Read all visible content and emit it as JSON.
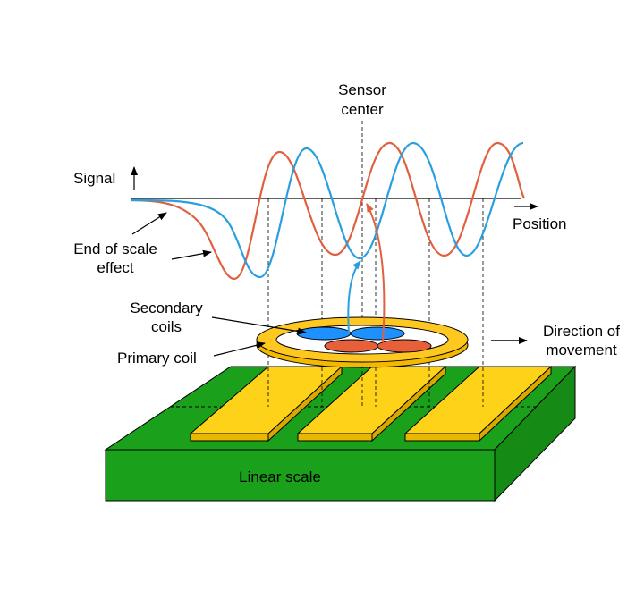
{
  "labels": {
    "sensor_center_line1": "Sensor",
    "sensor_center_line2": "center",
    "signal": "Signal",
    "position": "Position",
    "end_of_scale_line1": "End of scale",
    "end_of_scale_line2": "effect",
    "secondary_coils_line1": "Secondary",
    "secondary_coils_line2": "coils",
    "primary_coil": "Primary coil",
    "direction_line1": "Direction of",
    "direction_line2": "movement",
    "linear_scale": "Linear scale"
  },
  "colors": {
    "signal_red": "#e06040",
    "signal_blue": "#2a9fe0",
    "scale_green": "#1aa01a",
    "target_yellow": "#ffd21a",
    "coil_ring": "#f5b800",
    "secondary_blue": "#1e90ff",
    "secondary_red": "#e8603a"
  },
  "icons": [
    "up-arrow",
    "right-arrow",
    "pointer-arrow"
  ]
}
